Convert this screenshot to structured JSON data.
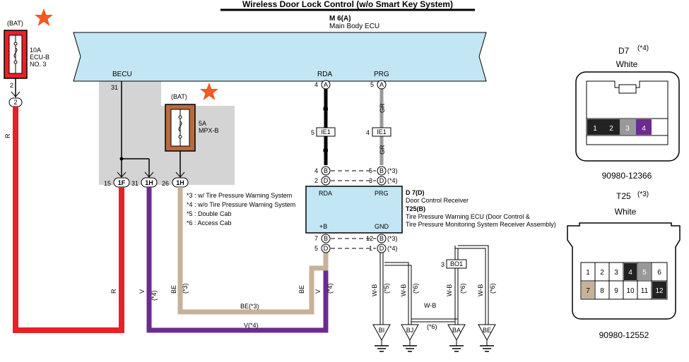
{
  "title": "Wireless Door Lock Control (w/o Smart Key System)",
  "ecu": {
    "code": "M 6(A)",
    "name": "Main Body ECU",
    "becu": "BECU",
    "rda": "RDA",
    "prg": "PRG"
  },
  "fuse1": {
    "bat": "(BAT)",
    "rating": "10A",
    "name1": "ECU-B",
    "name2": "NO. 3",
    "pin": "2",
    "conn": "2"
  },
  "fuse2": {
    "bat": "(BAT)",
    "rating": "5A",
    "name": "MPX-B"
  },
  "becu_pin": "31",
  "pins_ab": {
    "rda_pin": "4",
    "rda_label": "A",
    "prg_pin": "5",
    "prg_label": "A"
  },
  "ie1": {
    "left_pin": "5",
    "right_pin": "4",
    "label": "IE1"
  },
  "wire_colors": {
    "b": "B",
    "gr": "GR",
    "r": "R",
    "v": "V",
    "be": "BE",
    "wb": "W-B"
  },
  "junctions": [
    {
      "pin": "15",
      "label": "1F"
    },
    {
      "pin": "31",
      "label": "1H"
    },
    {
      "pin": "26",
      "label": "1H"
    }
  ],
  "d_rows_top": [
    {
      "l_pin": "4",
      "l_lab": "B",
      "r_pin": "5",
      "r_lab": "B",
      "note": "(*3)"
    },
    {
      "l_pin": "2",
      "l_lab": "D",
      "r_pin": "3",
      "r_lab": "D",
      "note": "(*4)"
    }
  ],
  "d_rows_bot": [
    {
      "l_pin": "7",
      "l_lab": "B",
      "r_pin": "12",
      "r_lab": "B",
      "note": "(*3)"
    },
    {
      "l_pin": "5",
      "l_lab": "D",
      "r_pin": "1",
      "r_lab": "D",
      "note": "(*4)"
    }
  ],
  "receiver": {
    "rda": "RDA",
    "prg": "PRG",
    "plusb": "+B",
    "gnd": "GND"
  },
  "receiver_desc": {
    "d7": "D 7(D)",
    "d7_name": "Door Control Receiver",
    "t25": "T25(B)",
    "t25_name1": "Tire Pressure Warning ECU (Door Control &",
    "t25_name2": "Tire Pressure Monitoring System Receiver Assembly)"
  },
  "notes": [
    "*3 : w/ Tire Pressure Warning System",
    "*4 : w/o Tire Pressure Warning System",
    "*5 : Double Cab",
    "*6 : Access Cab"
  ],
  "wire_notes": {
    "be3": "BE(*3)",
    "v4": "V(*4)",
    "n3": "(*3)",
    "n4": "(*4)",
    "n5": "(*5)",
    "n6": "(*6)"
  },
  "bo1": {
    "pin": "3",
    "label": "BO1"
  },
  "grounds": [
    "BI",
    "BJ",
    "BA",
    "BE"
  ],
  "conn_d7": {
    "title": "D7",
    "note": "(*4)",
    "color": "White",
    "part": "90980-12366",
    "pins": [
      "1",
      "2",
      "3",
      "4"
    ]
  },
  "conn_t25": {
    "title": "T25",
    "note": "(*3)",
    "color": "White",
    "part": "90980-12552",
    "pins": [
      "1",
      "2",
      "3",
      "4",
      "5",
      "6",
      "7",
      "8",
      "9",
      "10",
      "11",
      "12"
    ]
  },
  "colors": {
    "red": "#e8202a",
    "purple": "#6b2c8e",
    "tan": "#c8b199",
    "ecu_blue": "#c3e6f4",
    "gray_zone": "#d4d4d4",
    "fuse_brown": "#b86b3e",
    "star": "#f15a22"
  }
}
